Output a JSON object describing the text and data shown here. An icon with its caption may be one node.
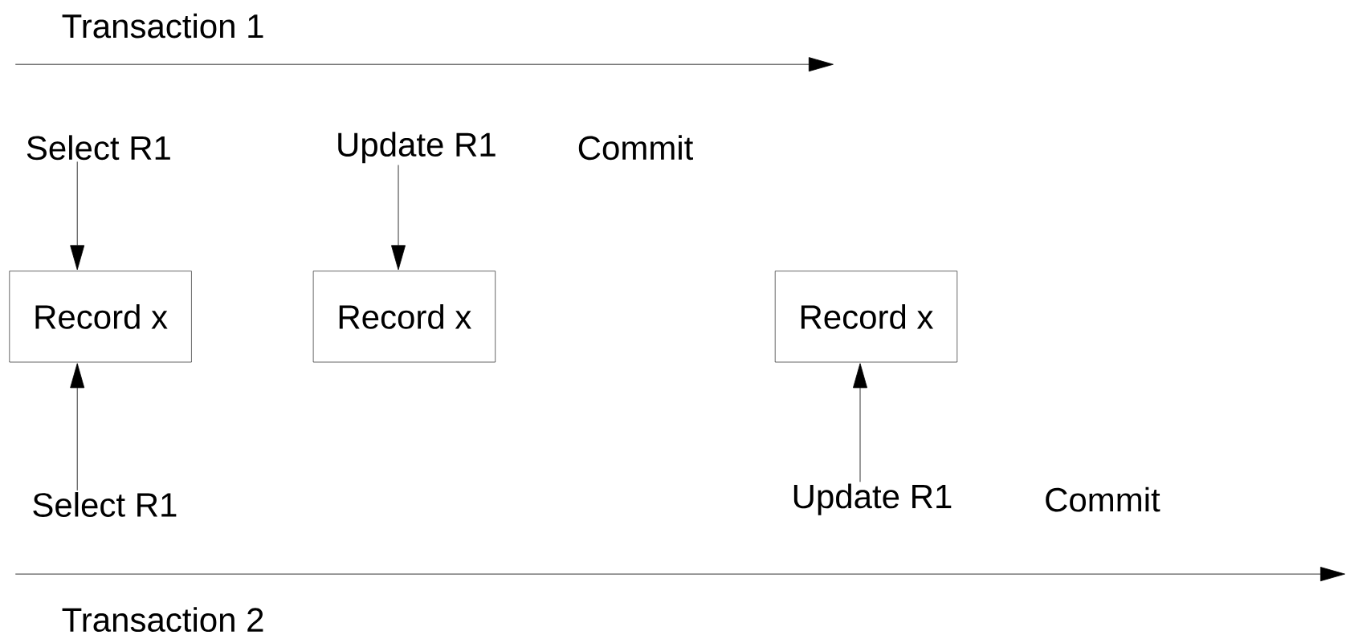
{
  "diagram": {
    "nodes": [
      {
        "text": [
          "Select R1"
        ]
      },
      {
        "text": [
          "Update R1"
        ]
      },
      {
        "text": [
          "Record x"
        ]
      },
      {
        "text": [
          "Record x"
        ]
      },
      {
        "text": [
          "Record x"
        ]
      },
      {
        "text": [
          "Select R1"
        ]
      },
      {
        "text": [
          "Update R1"
        ]
      }
    ],
    "edges": [
      {
        "from": 0,
        "to": 2,
        "arrow": "to"
      },
      {
        "from": 1,
        "to": 3,
        "arrow": "to"
      },
      {
        "from": 5,
        "to": 2,
        "arrow": "to"
      },
      {
        "from": 6,
        "to": 4,
        "arrow": "to"
      }
    ],
    "labels": [
      "Transaction 1",
      "Commit",
      "Commit",
      "Transaction 2"
    ]
  }
}
